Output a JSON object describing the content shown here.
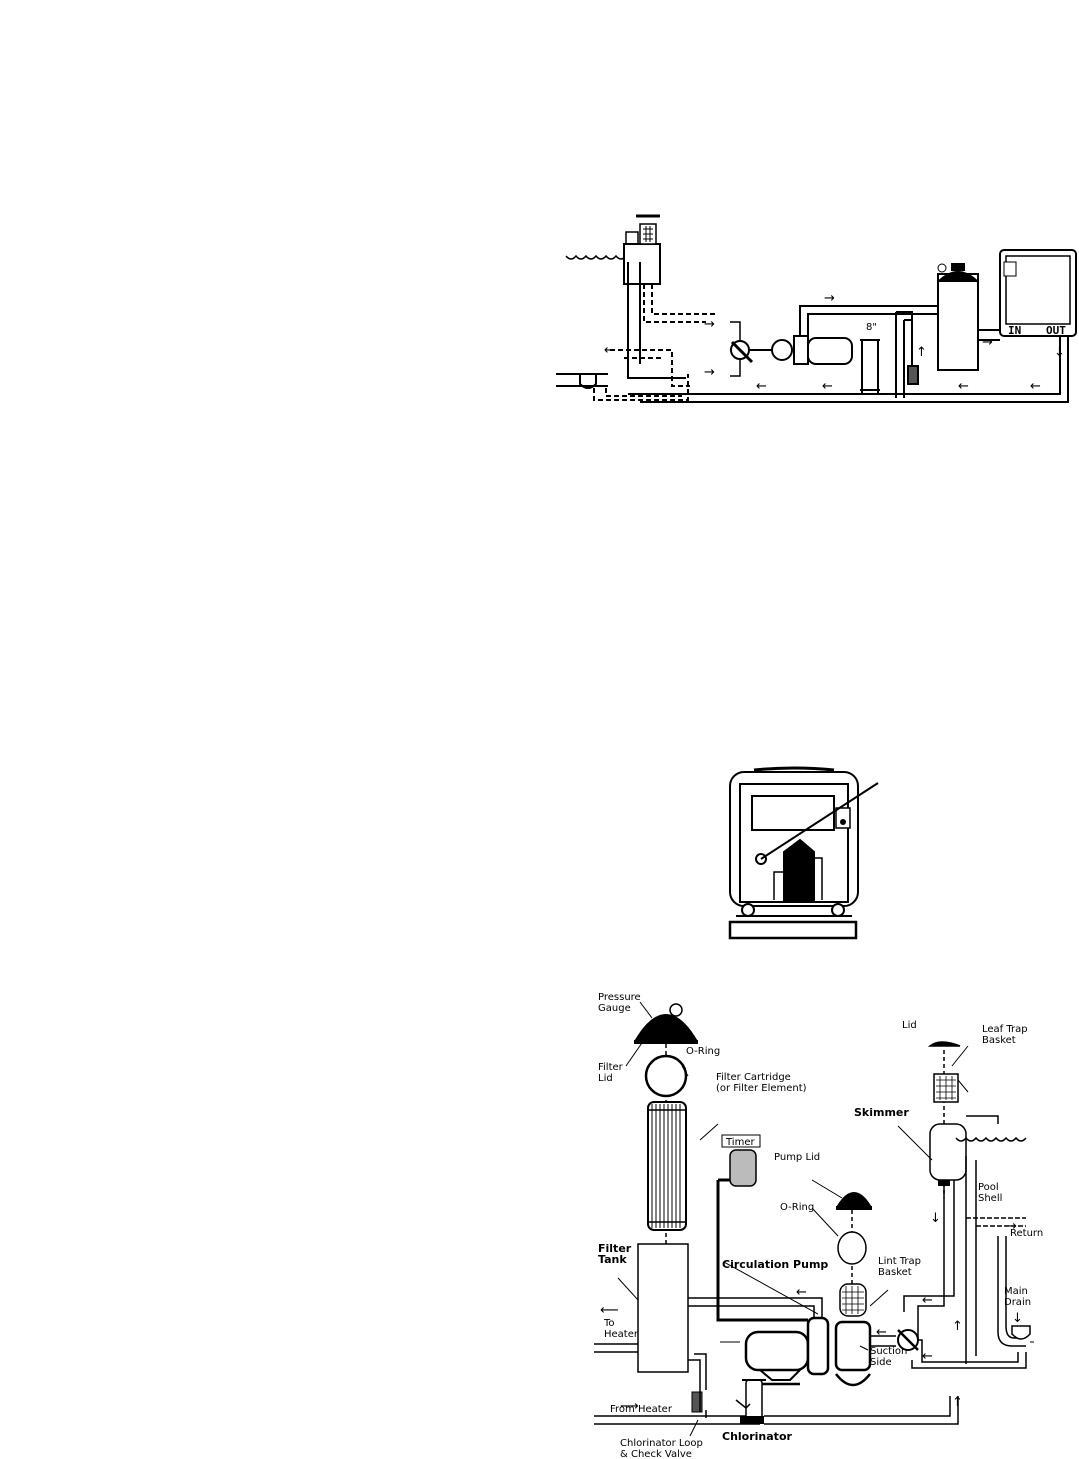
{
  "diagram1": {
    "pipe_size": "8\"",
    "heater_in": "IN",
    "heater_out": "OUT",
    "arrows": [
      "→",
      "←",
      "←",
      "←",
      "←",
      "→",
      "↑",
      "→",
      "↓",
      "→",
      "←"
    ]
  },
  "diagram3": {
    "labels": {
      "pressure_gauge": "Pressure\nGauge",
      "filter_lid": "Filter\nLid",
      "o_ring_filter": "O-Ring",
      "filter_cartridge": "Filter Cartridge\n(or Filter Element)",
      "timer": "Timer",
      "pump_lid": "Pump Lid",
      "o_ring_pump": "O-Ring",
      "lint_trap_basket": "Lint Trap\nBasket",
      "lid": "Lid",
      "leaf_trap_basket": "Leaf Trap\nBasket",
      "skimmer": "Skimmer",
      "pool_shell": "Pool\nShell",
      "return": "Return",
      "main_drain": "Main\nDrain",
      "filter_tank": "Filter\nTank",
      "to_heater": "To\nHeater",
      "circulation_pump": "Circulation Pump",
      "suction_side": "Suction\nSide",
      "from_heater": "From Heater",
      "chlorinator": "Chlorinator",
      "chlorinator_loop": "Chlorinator Loop\n& Check Valve"
    }
  }
}
